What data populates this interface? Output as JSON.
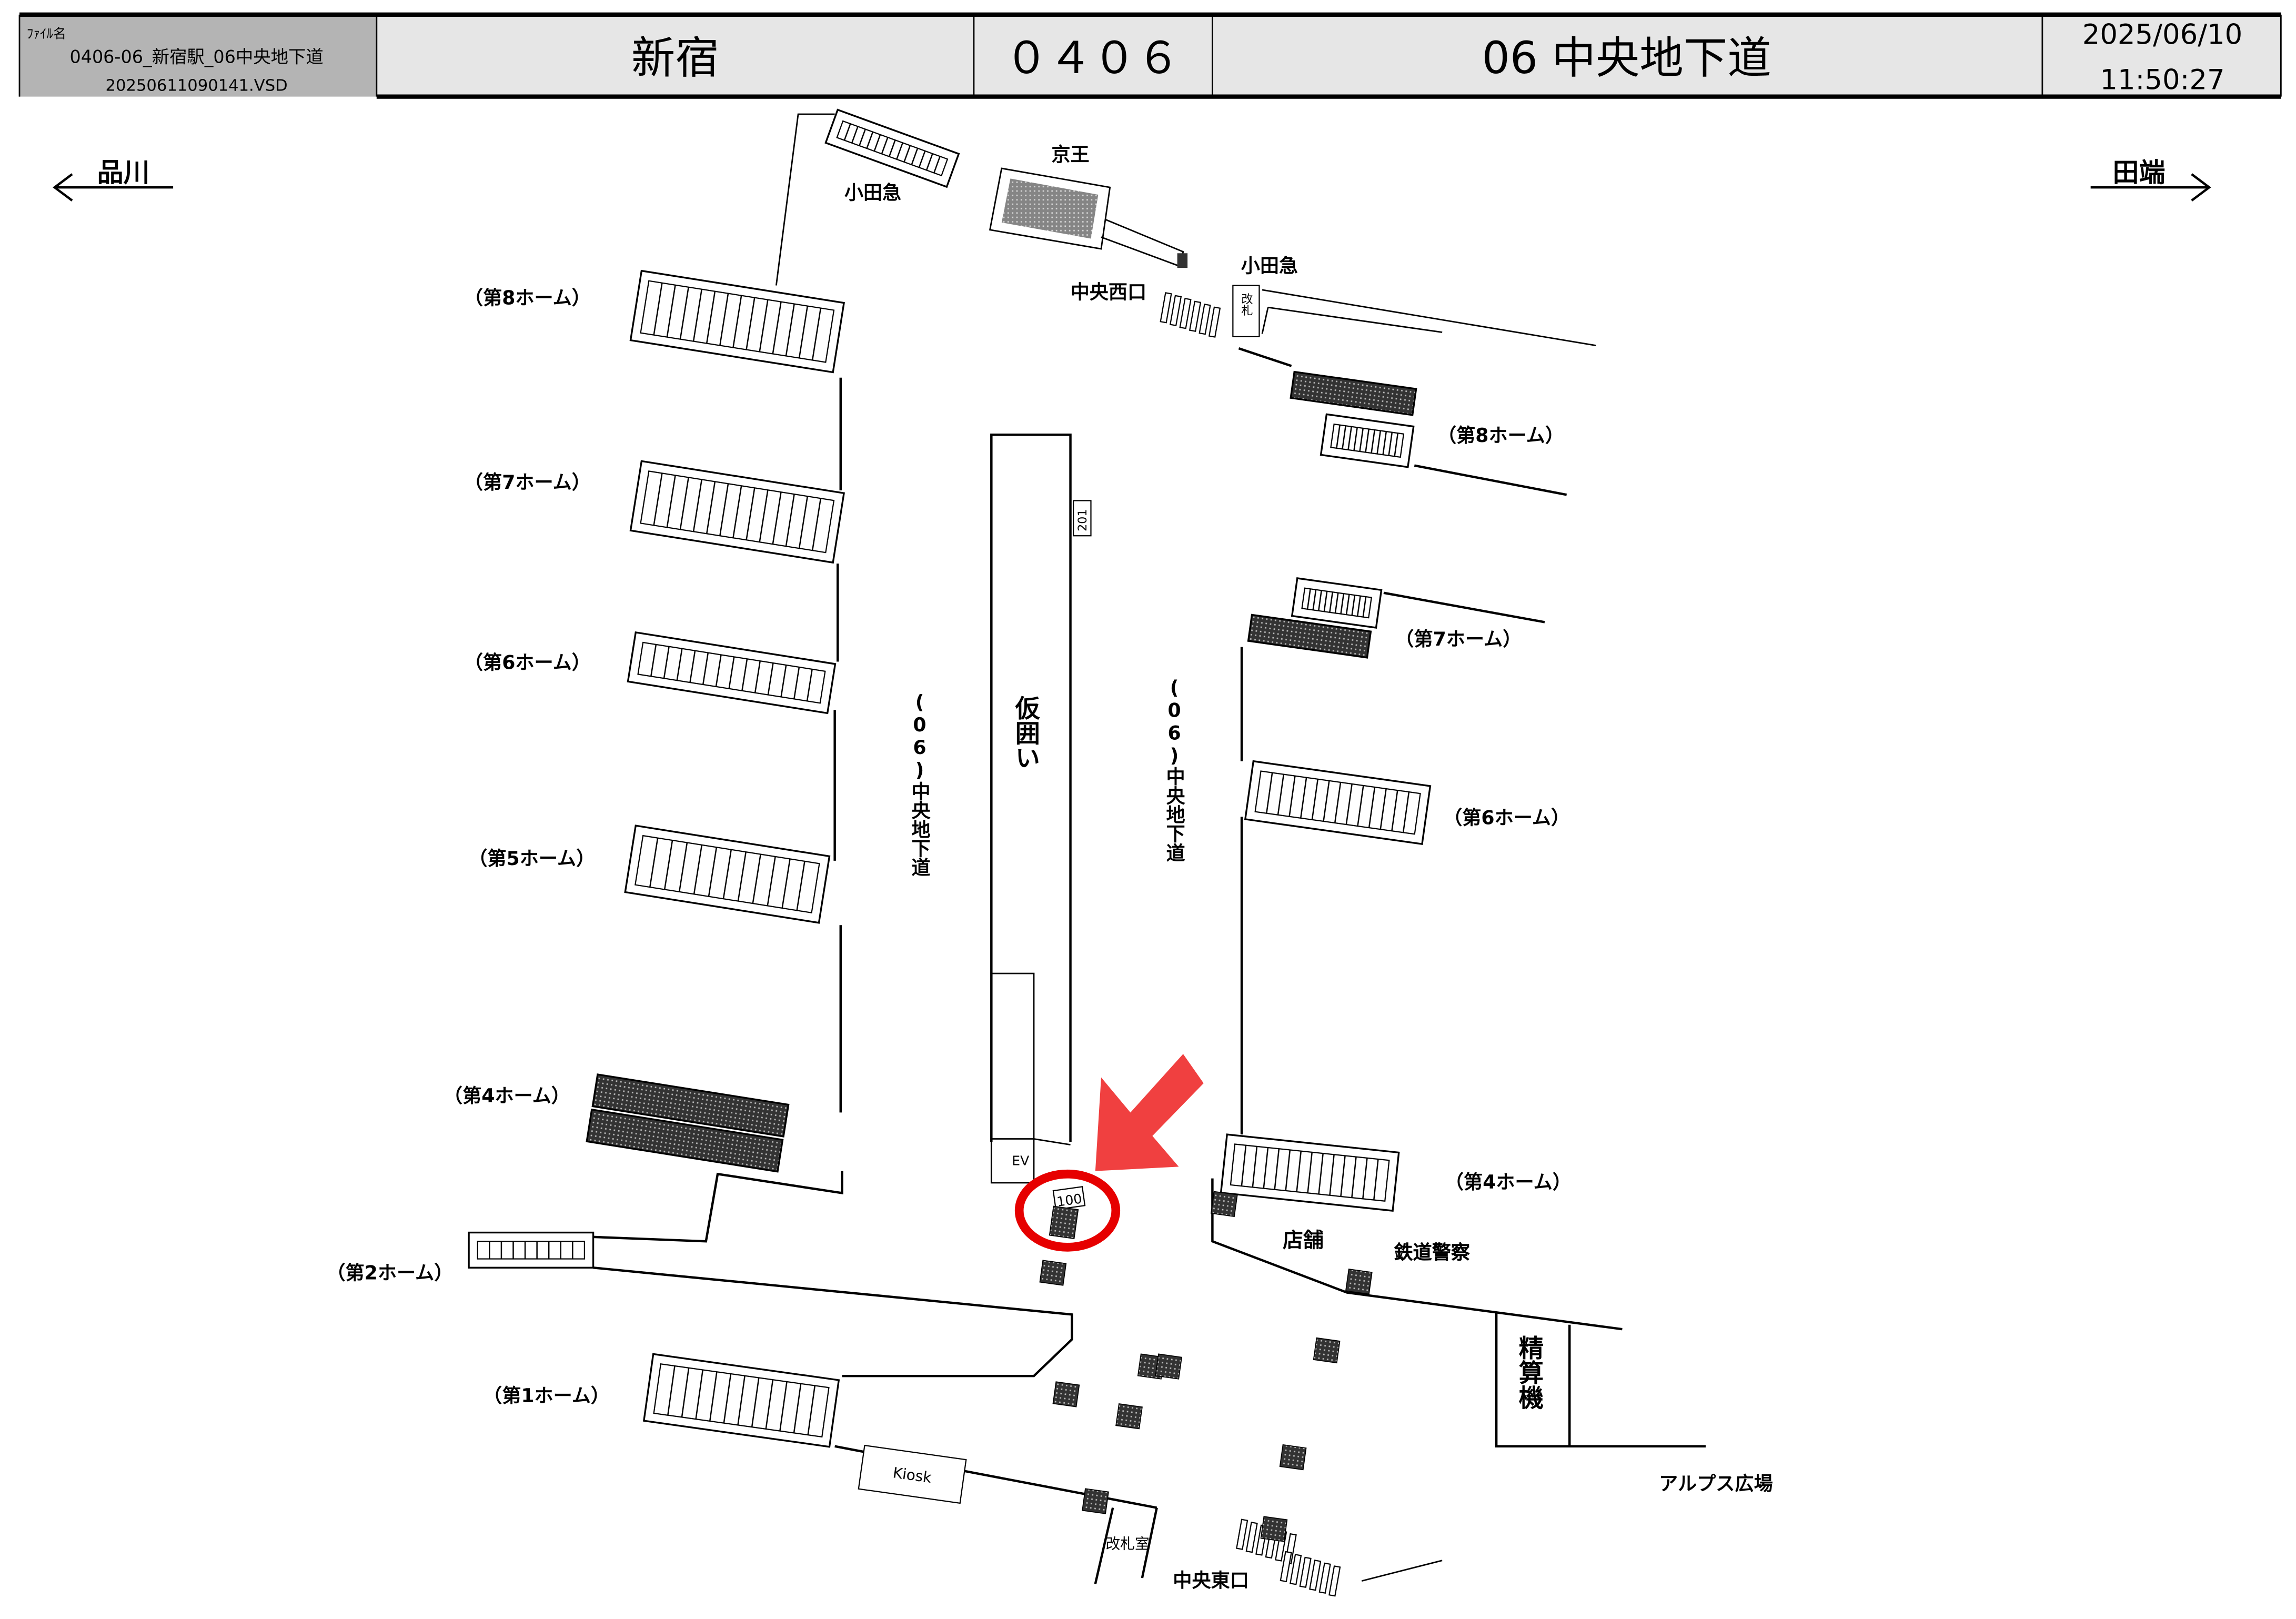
{
  "header": {
    "file_label": "ﾌｧｲﾙ名",
    "file_name": "0406-06_新宿駅_06中央地下道",
    "file_id": "20250611090141.VSD",
    "station": "新宿",
    "code": "０４０６",
    "area": "06 中央地下道",
    "date": "2025/06/10",
    "time": "11:50:27"
  },
  "directions": {
    "left": "品川",
    "right": "田端"
  },
  "labels": {
    "odakyu_top": "小田急",
    "keio": "京王",
    "odakyu_right": "小田急",
    "chuo_nishiguchi": "中央西口",
    "kaisatsu": "改札",
    "left_platforms": [
      "（第8ホーム）",
      "（第7ホーム）",
      "（第6ホーム）",
      "（第5ホーム）",
      "（第4ホーム）",
      "（第2ホーム）",
      "（第1ホーム）"
    ],
    "right_platforms": [
      "（第8ホーム）",
      "（第7ホーム）",
      "（第6ホーム）",
      "（第4ホーム）"
    ],
    "passage_left": "(06)中央地下道",
    "passage_right": "(06)中央地下道",
    "temporary_fence": "仮囲い",
    "sign_201": "201",
    "ev": "EV",
    "sign_100": "100",
    "shop": "店舗",
    "railway_police": "鉄道警察",
    "fare_adjust": "精算機",
    "kiosk": "Kiosk",
    "kaisatsu_room": "改札室",
    "chuo_higashiguchi": "中央東口",
    "alps_plaza": "アルプス広場"
  },
  "colors": {
    "highlight": "#e60000",
    "pointer_arrow": "#f04040",
    "header_bg": "#e6e6e6",
    "file_bg": "#b4b4b4"
  }
}
